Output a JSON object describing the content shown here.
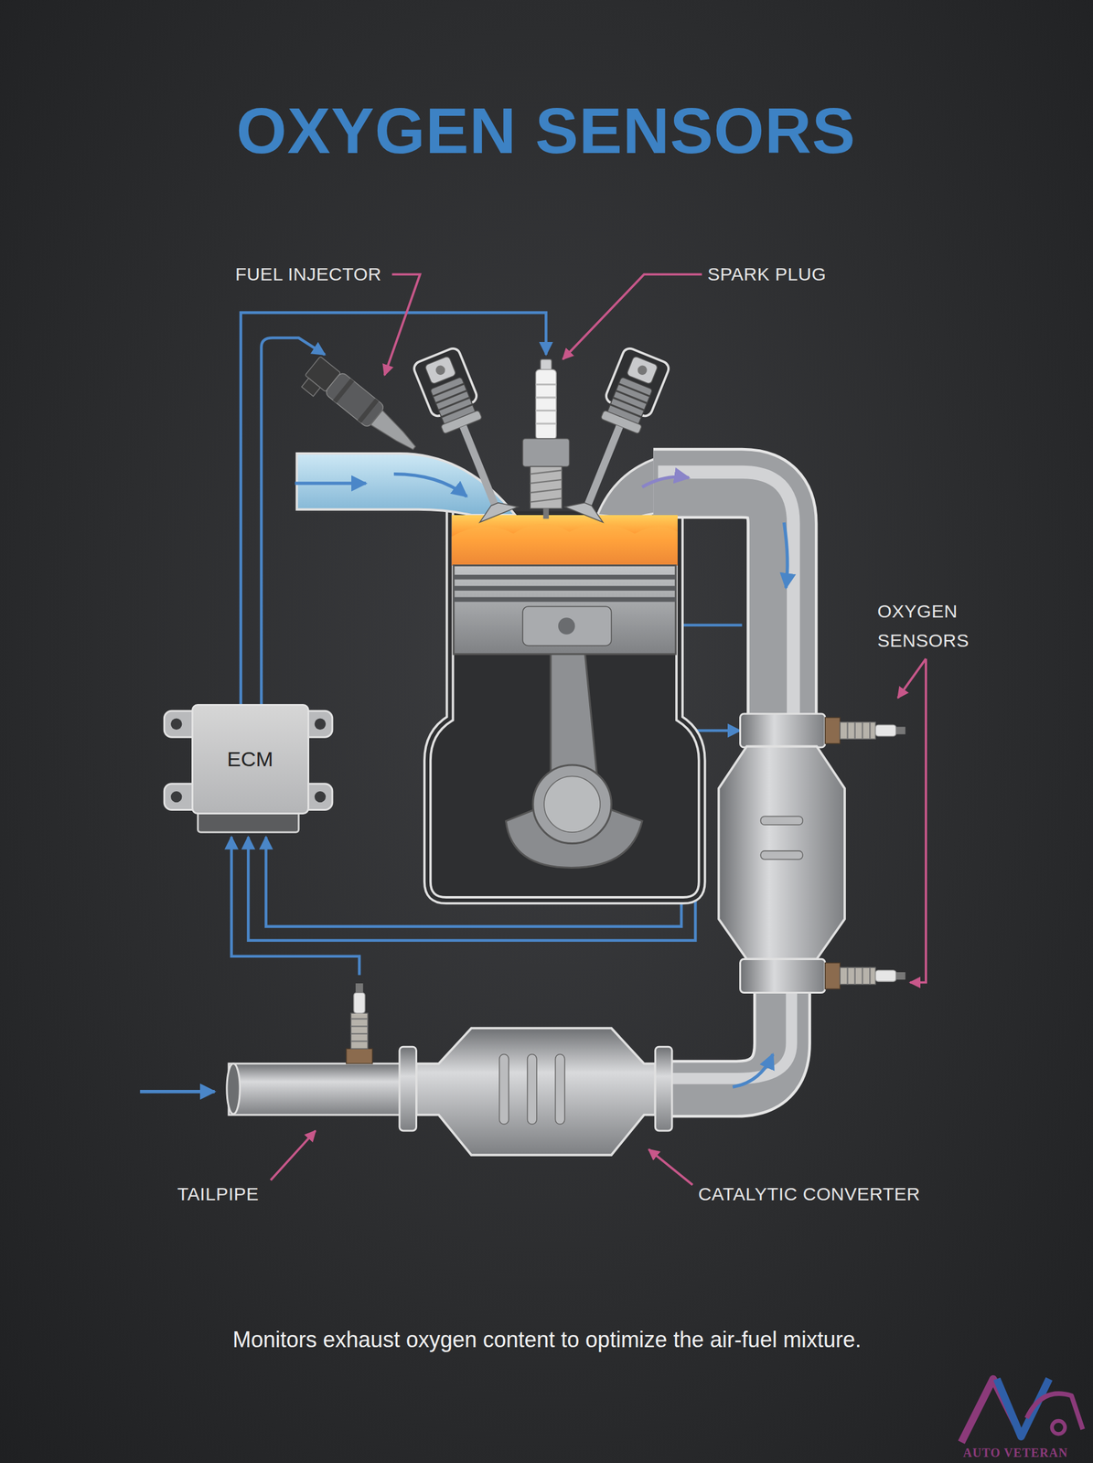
{
  "diagram": {
    "title": "OXYGEN SENSORS",
    "caption": "Monitors exhaust oxygen content to optimize the air-fuel mixture.",
    "nodes": [
      {
        "text": [
          "ECM"
        ]
      }
    ],
    "labels": [
      "FUEL INJECTOR",
      "SPARK PLUG",
      "OXYGEN SENSORS",
      "TAILPIPE",
      "CATALYTIC CONVERTER",
      "AUTO VETERAN"
    ]
  }
}
